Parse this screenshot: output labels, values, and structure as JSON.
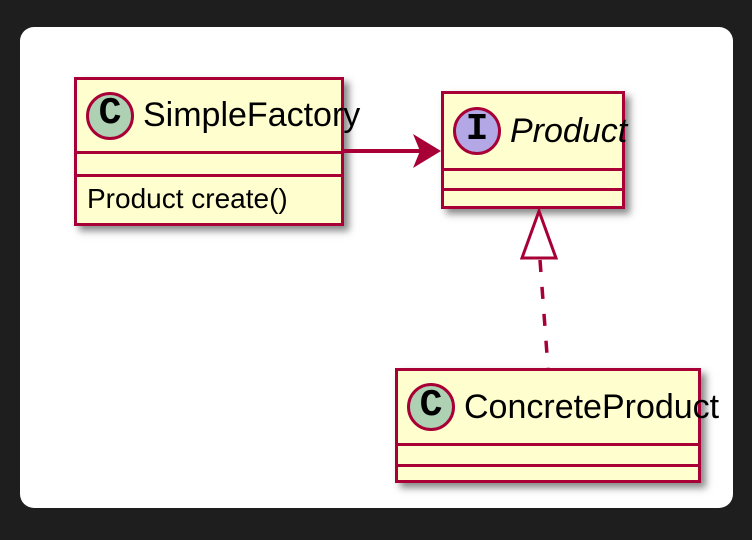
{
  "diagram": {
    "type": "uml-class-diagram",
    "classes": [
      {
        "spot": "C",
        "spot_kind": "class",
        "name": "SimpleFactory",
        "methods": [
          "Product create()"
        ]
      },
      {
        "spot": "I",
        "spot_kind": "interface",
        "name": "Product",
        "name_style": "italic",
        "methods": []
      },
      {
        "spot": "C",
        "spot_kind": "class",
        "name": "ConcreteProduct",
        "methods": []
      }
    ],
    "relations": [
      {
        "from": "SimpleFactory",
        "to": "Product",
        "kind": "directed-association",
        "line": "solid",
        "head": "filled-arrow"
      },
      {
        "from": "ConcreteProduct",
        "to": "Product",
        "kind": "realization",
        "line": "dashed",
        "head": "hollow-triangle"
      }
    ],
    "colors": {
      "frame_background": "#1E1E1E",
      "canvas_background": "#FFFFFF",
      "node_fill": "#FEFECE",
      "line_and_border": "#A80036",
      "class_spot_fill": "#ADD1B2",
      "interface_spot_fill": "#B4A7E5",
      "text": "#000000"
    }
  }
}
